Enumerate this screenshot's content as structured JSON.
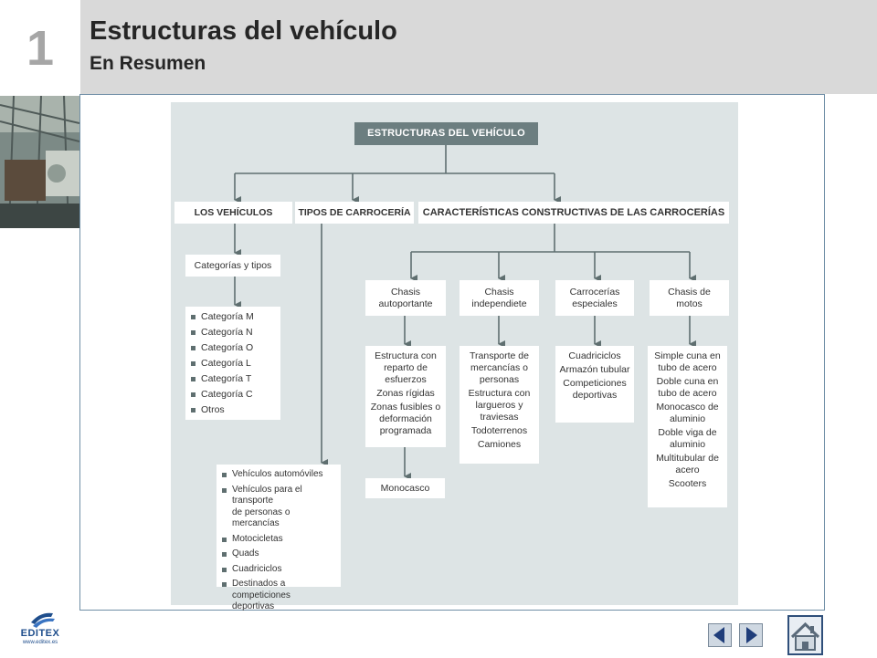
{
  "header": {
    "chapter_number": "1",
    "title": "Estructuras del vehículo",
    "subtitle": "En Resumen"
  },
  "diagram": {
    "root": "ESTRUCTURAS DEL VEHÍCULO",
    "level1": {
      "vehiculos": "LOS VEHÍCULOS",
      "carroceria": "TIPOS DE CARROCERÍA",
      "caracteristicas": "CARACTERÍSTICAS CONSTRUCTIVAS DE LAS CARROCERÍAS"
    },
    "categorias_tipos": "Categorías y tipos",
    "categorias": [
      "Categoría M",
      "Categoría N",
      "Categoría O",
      "Categoría L",
      "Categoría T",
      "Categoría C",
      "Otros"
    ],
    "tipos_carroceria": [
      "Vehículos automóviles",
      "Vehículos para el transporte\nde personas o mercancías",
      "Motocicletas",
      "Quads",
      "Cuadriciclos",
      "Destinados a competiciones\ndeportivas"
    ],
    "chasis": {
      "autoportante": {
        "title": [
          "Chasis",
          "autoportante"
        ],
        "items": [
          "Estructura con reparto de esfuerzos",
          "Zonas rígidas",
          "Zonas fusibles o deformación programada"
        ],
        "child": "Monocasco"
      },
      "independiente": {
        "title": [
          "Chasis",
          "independiete"
        ],
        "items": [
          "Transporte de mercancías o personas",
          "Estructura con largueros y traviesas",
          "Todoterrenos",
          "Camiones"
        ]
      },
      "especiales": {
        "title": [
          "Carrocerías",
          "especiales"
        ],
        "items": [
          "Cuadriciclos",
          "Armazón tubular",
          "Competiciones deportivas"
        ]
      },
      "motos": {
        "title": [
          "Chasis de",
          "motos"
        ],
        "items": [
          "Simple cuna en tubo de acero",
          "Doble cuna en tubo de acero",
          "Monocasco de aluminio",
          "Doble viga de aluminio",
          "Multitubular de acero",
          "Scooters"
        ]
      }
    }
  },
  "footer": {
    "logo_text": "EDITEX",
    "logo_url": "www.editex.es"
  },
  "colors": {
    "header_bg": "#d9d9d9",
    "diagram_bg": "#dde4e5",
    "dark_box": "#6c7e80",
    "connector": "#5f6f70",
    "frame_border": "#6f8ea6",
    "brand_blue": "#1f4e8c"
  }
}
